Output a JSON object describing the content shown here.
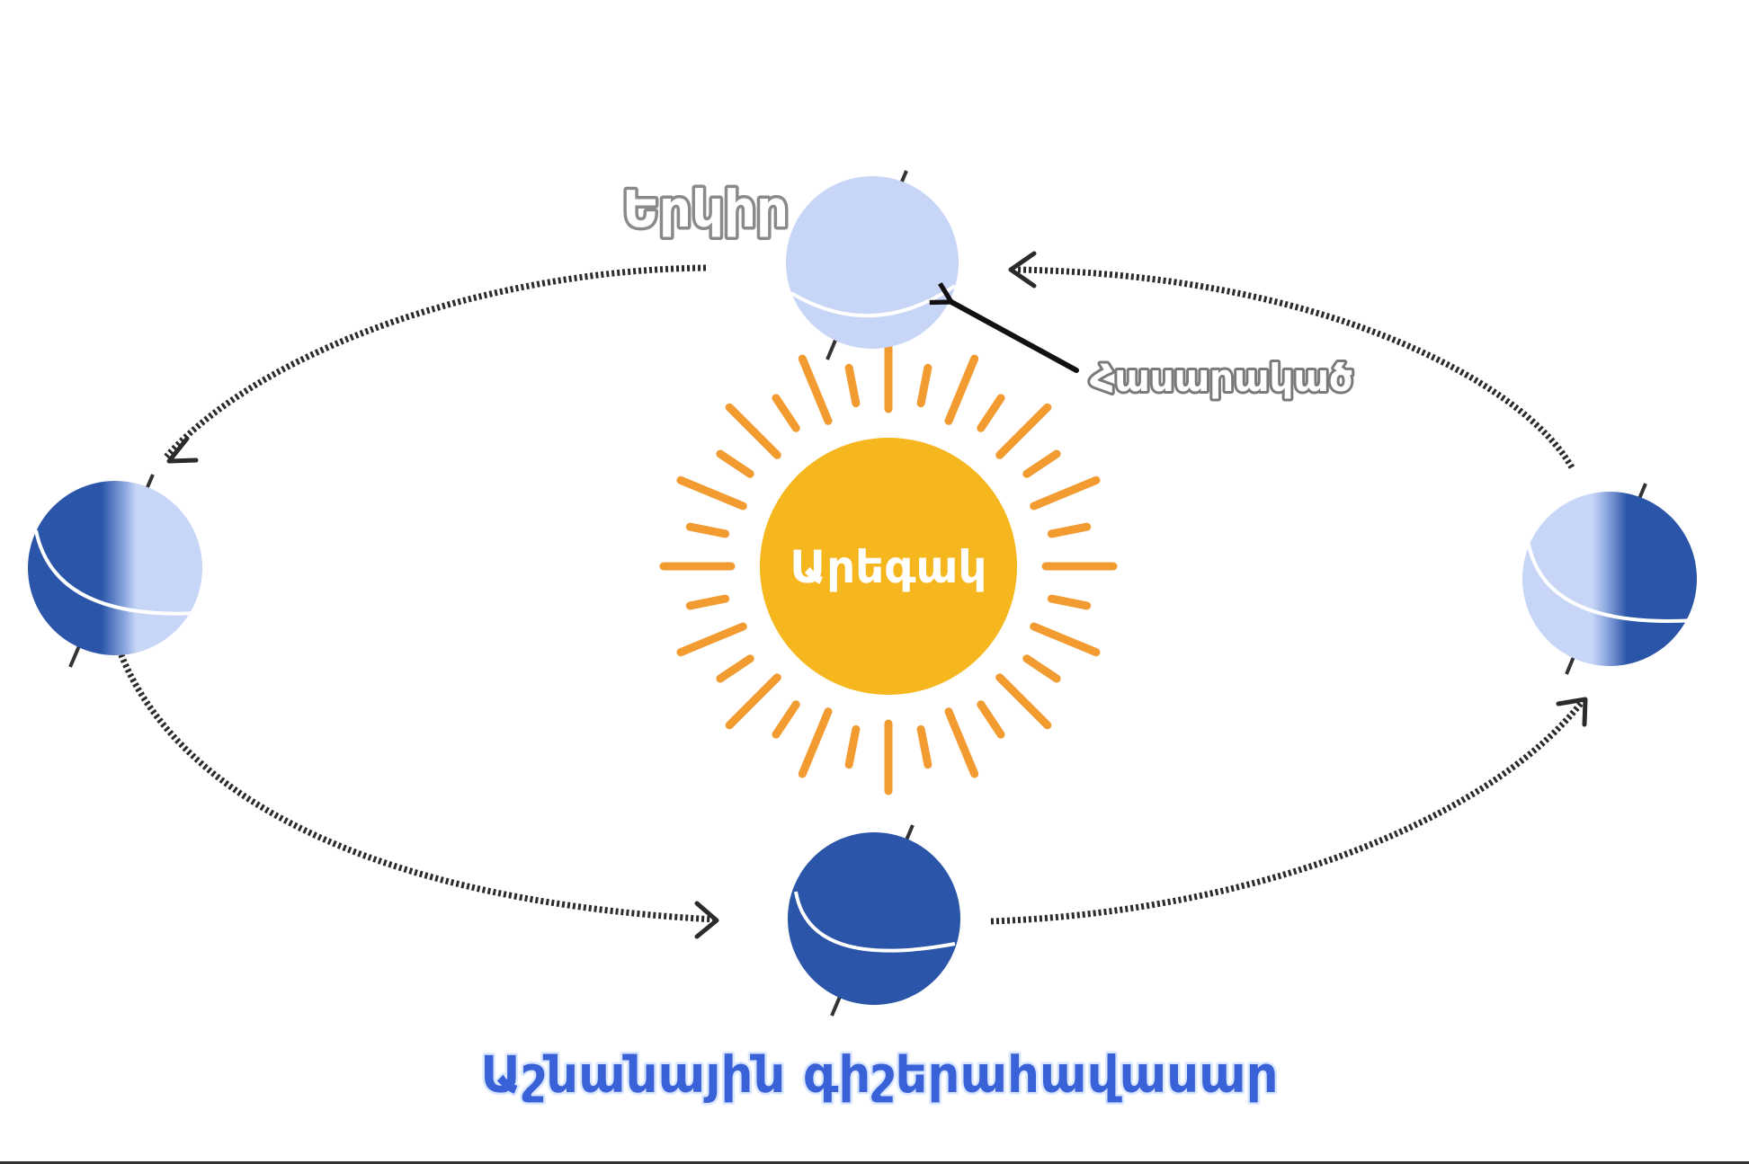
{
  "labels": {
    "earth": "Երկիր",
    "axis": "Հասարակած",
    "sun": "Արեգակ",
    "equinox": "Աշնանային գիշերահավասար"
  },
  "colors": {
    "sun_core": "#F6B61E",
    "sun_rays": "#F29B30",
    "planet_light": "#C7D5F6",
    "planet_dark": "#2A55A8",
    "orbit": "#2b2b2b",
    "equinox_text": "#3A62D8"
  },
  "icons": {
    "sun": "sun-icon",
    "planet": "earth-globe-icon",
    "arrow": "orbit-arrow-icon"
  }
}
